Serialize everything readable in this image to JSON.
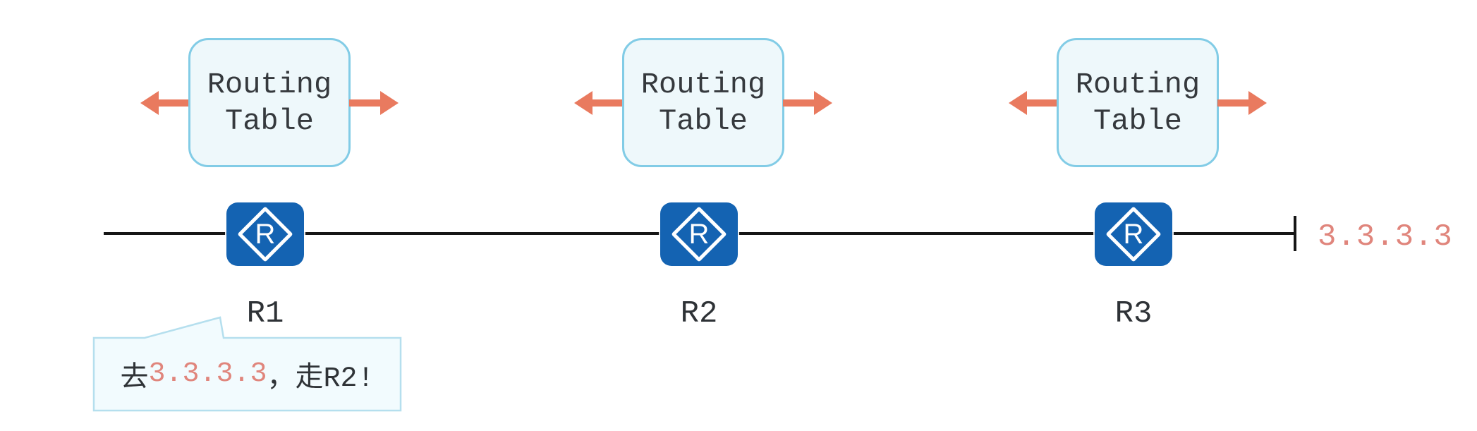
{
  "diagram": {
    "colors": {
      "salmon": "#e97a5f",
      "salmon_light": "#e0857c",
      "router_blue": "#1463b2",
      "box_border": "#82cce6",
      "box_fill": "#eef8fb",
      "bubble_border": "#b5dfee",
      "bubble_fill": "#f2fbfe",
      "line": "#161616"
    },
    "routers": [
      {
        "label": "R1",
        "table_line1": "Routing",
        "table_line2": "Table",
        "icon_letter": "R"
      },
      {
        "label": "R2",
        "table_line1": "Routing",
        "table_line2": "Table",
        "icon_letter": "R"
      },
      {
        "label": "R3",
        "table_line1": "Routing",
        "table_line2": "Table",
        "icon_letter": "R"
      }
    ],
    "destination_ip": "3.3.3.3",
    "callout": {
      "prefix": "去",
      "ip": "3.3.3.3",
      "suffix": "，走R2!"
    }
  }
}
